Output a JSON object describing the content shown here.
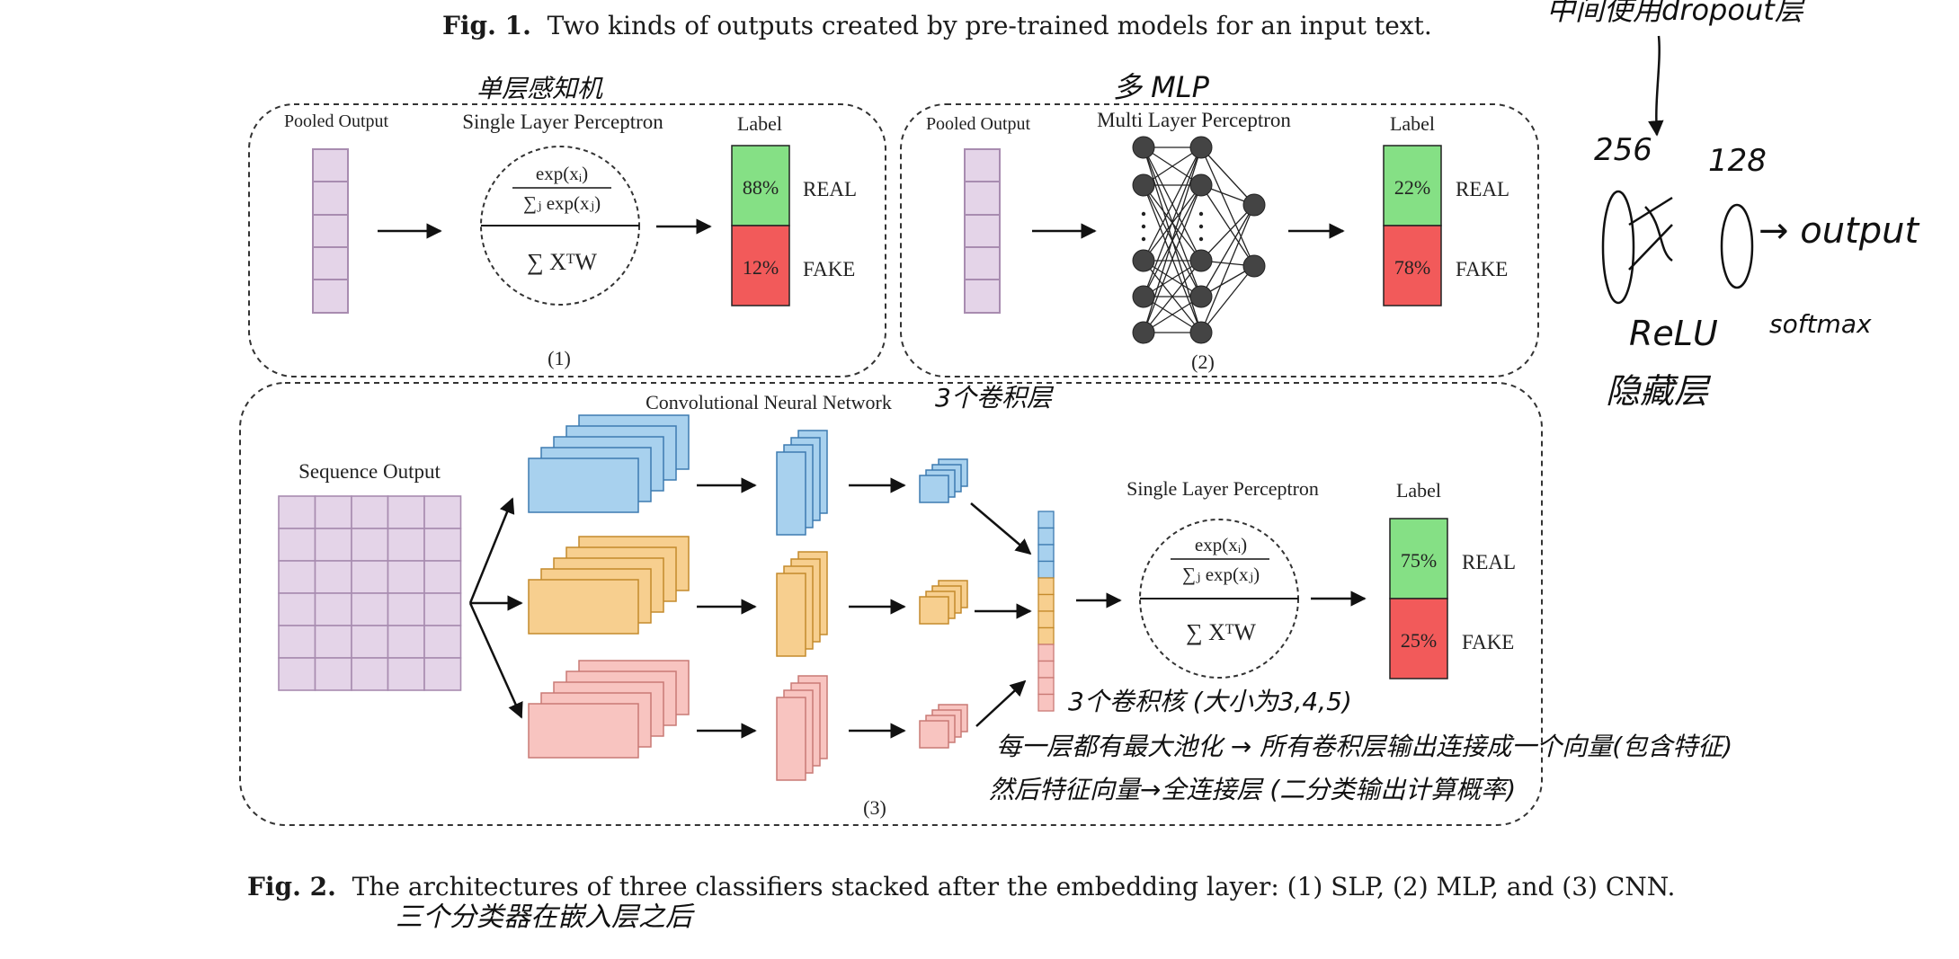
{
  "fig1_caption": {
    "label": "Fig. 1.",
    "text": "Two kinds of outputs created by pre-trained models for an input text."
  },
  "fig2_caption": {
    "label": "Fig. 2.",
    "text": "The architectures of three classifiers stacked after the embedding layer: (1) SLP, (2) MLP, and (3) CNN."
  },
  "panel1": {
    "pooled_label": "Pooled Output",
    "title": "Single Layer Perceptron",
    "formula_top": "exp(xᵢ)",
    "formula_bottom": "∑ⱼ exp(xⱼ)",
    "formula_sum": "∑ XᵀW",
    "label_header": "Label",
    "real_pct": "88%",
    "real_label": "REAL",
    "fake_pct": "12%",
    "fake_label": "FAKE",
    "number": "(1)"
  },
  "panel2": {
    "pooled_label": "Pooled Output",
    "title": "Multi Layer Perceptron",
    "label_header": "Label",
    "real_pct": "22%",
    "real_label": "REAL",
    "fake_pct": "78%",
    "fake_label": "FAKE",
    "number": "(2)"
  },
  "panel3": {
    "title": "Convolutional Neural Network",
    "sequence_label": "Sequence Output",
    "slp_title": "Single Layer Perceptron",
    "formula_top": "exp(xᵢ)",
    "formula_bottom": "∑ⱼ exp(xⱼ)",
    "formula_sum": "∑ XᵀW",
    "label_header": "Label",
    "real_pct": "75%",
    "real_label": "REAL",
    "fake_pct": "25%",
    "fake_label": "FAKE",
    "number": "(3)"
  },
  "handwriting": {
    "slp_note": "单层感知机",
    "mlp_note": "多 MLP",
    "top_right": "中间使用dropout层",
    "n256": "256",
    "n128": "128",
    "output": "→ output",
    "relu": "ReLU",
    "softmax": "softmax",
    "hidden": "隐藏层",
    "cnn_note": "3个卷积层",
    "kernel_note": "3个卷积核 (大小为3,4,5)",
    "pool_note": "每一层都有最大池化 → 所有卷积层输出连接成一个向量(包含特征)",
    "fc_note": "然后特征向量→全连接层 (二分类输出计算概率)",
    "bottom_note": "三个分类器在嵌入层之后"
  }
}
